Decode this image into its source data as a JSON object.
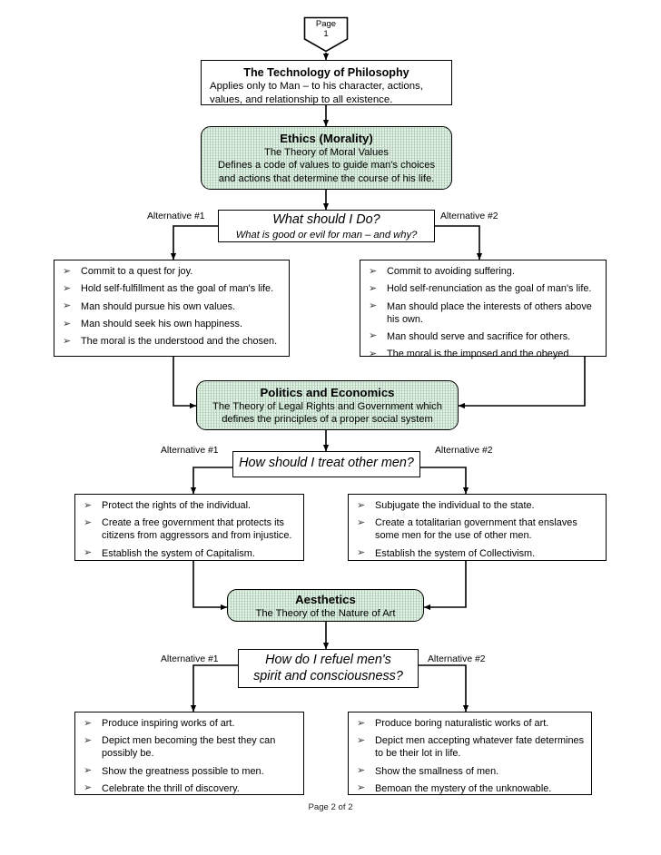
{
  "page": {
    "marker_label_line1": "Page",
    "marker_label_line2": "1",
    "footer": "Page 2 of 2",
    "accent_green": "#e3f0e5",
    "line_color": "#000000"
  },
  "header": {
    "title": "The Technology of Philosophy",
    "line1": "Applies only to Man – to his character, actions,",
    "line2": "values, and relationship to all existence."
  },
  "branches": [
    {
      "id": "ethics",
      "title": "Ethics (Morality)",
      "sub1": "The Theory of Moral Values",
      "sub2": "Defines a code of values to guide man's choices",
      "sub3": "and actions that determine the course of his life.",
      "question_main": "What should I Do?",
      "question_sub": "What is good or evil for man – and why?",
      "alt1_label": "Alternative #1",
      "alt2_label": "Alternative #2",
      "alt1_items": [
        "Commit to a quest for joy.",
        "Hold self-fulfillment as the goal of man's life.",
        "Man should pursue his own values.",
        "Man should seek his own happiness.",
        "The moral is the understood and the chosen."
      ],
      "alt2_items": [
        "Commit to avoiding suffering.",
        "Hold self-renunciation as the goal of man's life.",
        "Man should place the interests of others above his own.",
        "Man should serve and sacrifice for others.",
        "The moral is the imposed and the obeyed."
      ]
    },
    {
      "id": "politics",
      "title": "Politics and Economics",
      "sub1": "The Theory of Legal Rights and Government which",
      "sub2": "defines the principles of a proper social system",
      "sub3": "",
      "question_main": "How should I treat other men?",
      "question_sub": "",
      "alt1_label": "Alternative #1",
      "alt2_label": "Alternative #2",
      "alt1_items": [
        "Protect the rights of the individual.",
        "Create a free government that protects its citizens from aggressors and from injustice.",
        "Establish the system of Capitalism."
      ],
      "alt2_items": [
        "Subjugate the individual to the state.",
        "Create a totalitarian government that enslaves some men for the use of other men.",
        "Establish the system of Collectivism."
      ]
    },
    {
      "id": "aesthetics",
      "title": "Aesthetics",
      "sub1": "The Theory of the Nature of Art",
      "sub2": "",
      "sub3": "",
      "question_main": "How do I refuel men's",
      "question_sub": "spirit and consciousness?",
      "alt1_label": "Alternative #1",
      "alt2_label": "Alternative #2",
      "alt1_items": [
        "Produce inspiring works of art.",
        "Depict men becoming the best they can possibly be.",
        "Show the greatness possible to men.",
        "Celebrate the thrill of discovery."
      ],
      "alt2_items": [
        "Produce boring naturalistic works of art.",
        "Depict men accepting whatever fate determines to be their lot in life.",
        "Show the smallness of men.",
        "Bemoan the mystery of the unknowable."
      ]
    }
  ],
  "icons": {
    "bullet": "➢"
  }
}
